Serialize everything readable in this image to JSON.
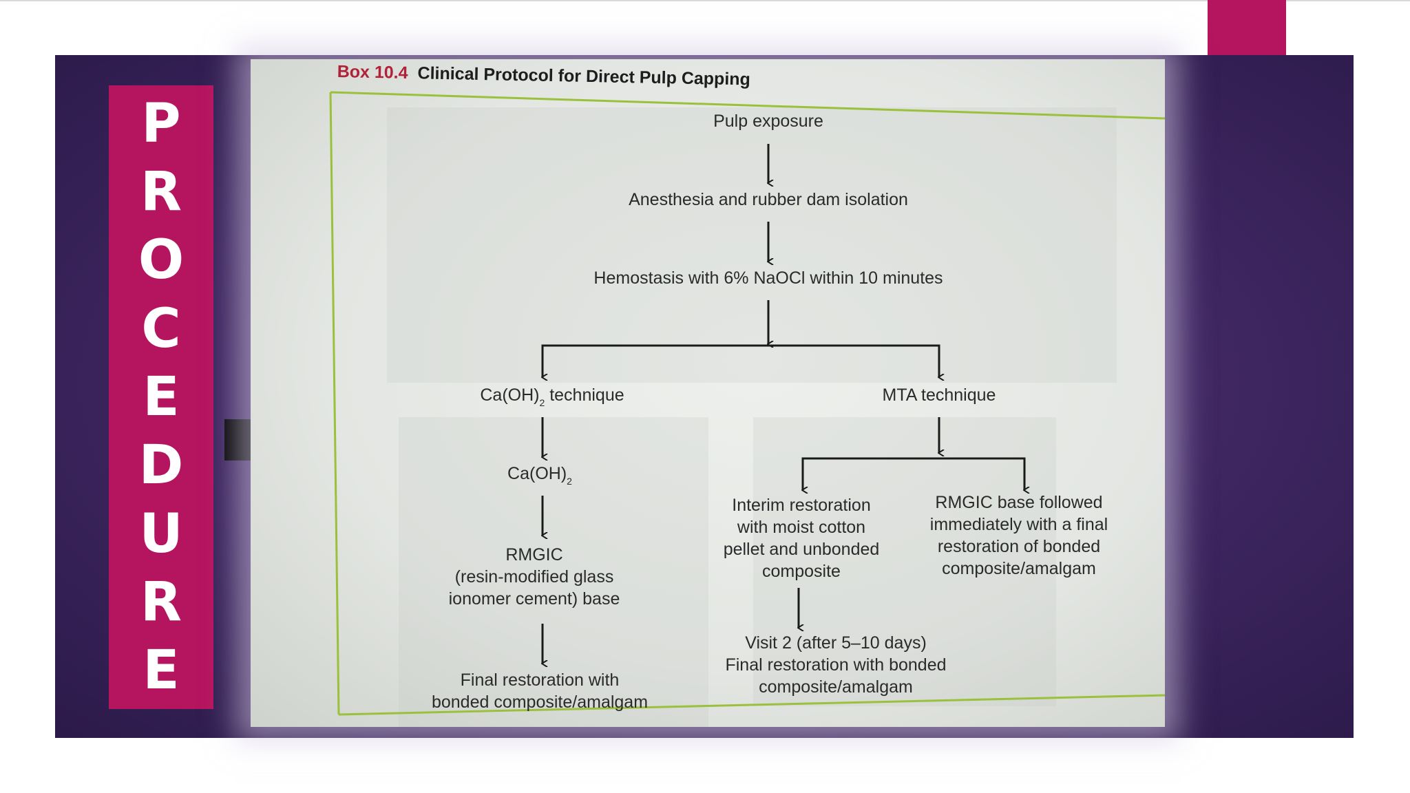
{
  "colors": {
    "accent": "#b5145f",
    "band": "#3e2660",
    "page_text": "#2a2a2a",
    "box_border": "#9ac03c",
    "box_number": "#b0213a",
    "arrow": "#000000",
    "title_letters": "#ffffff"
  },
  "side_title": {
    "letters": [
      "P",
      "R",
      "O",
      "C",
      "E",
      "D",
      "U",
      "R",
      "E"
    ]
  },
  "pointer": {
    "icon": "right-arrow-icon"
  },
  "box": {
    "number": "Box 10.4",
    "title": "Clinical Protocol for Direct Pulp Capping"
  },
  "flowchart": {
    "pulp_exposure": "Pulp exposure",
    "anesthesia": "Anesthesia and rubber dam isolation",
    "hemostasis": "Hemostasis with 6% NaOCl within 10 minutes",
    "caoh_technique": {
      "before": "Ca(OH)",
      "sub": "2",
      "after": " technique"
    },
    "mta_technique": "MTA technique",
    "caoh": {
      "before": "Ca(OH)",
      "sub": "2"
    },
    "rmgic_lines": [
      "RMGIC",
      "(resin-modified glass",
      "ionomer cement) base"
    ],
    "final_left_lines": [
      "Final restoration with",
      "bonded composite/amalgam"
    ],
    "interim_lines": [
      "Interim restoration",
      "with moist cotton",
      "pellet and unbonded",
      "composite"
    ],
    "rmgic_base_lines": [
      "RMGIC base followed",
      "immediately with a final",
      "restoration of bonded",
      "composite/amalgam"
    ],
    "visit2_lines": [
      "Visit 2 (after 5–10 days)",
      "Final restoration with bonded",
      "composite/amalgam"
    ]
  }
}
